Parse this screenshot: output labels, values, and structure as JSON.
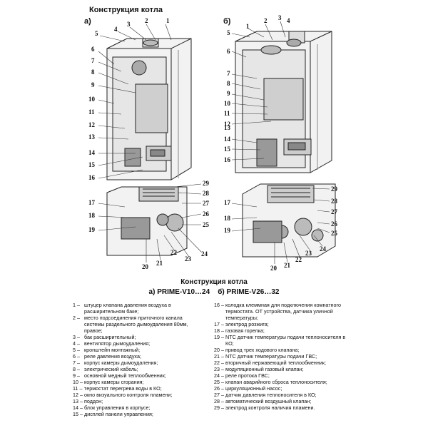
{
  "title": "Конструкция котла",
  "panel_a_label": "а)",
  "panel_b_label": "б)",
  "caption": {
    "line1": "Конструкция котла",
    "line2": "а) PRIME-V10…24    б) PRIME-V26…32"
  },
  "panel_a_callouts": [
    "1",
    "2",
    "3",
    "4",
    "5",
    "6",
    "7",
    "8",
    "9",
    "10",
    "11",
    "12",
    "13",
    "14",
    "15",
    "16",
    "17",
    "18",
    "19",
    "20",
    "21",
    "22",
    "23",
    "24",
    "25",
    "26",
    "27",
    "28",
    "29"
  ],
  "panel_b_callouts": [
    "1",
    "2",
    "3",
    "4",
    "5",
    "6",
    "7",
    "8",
    "9",
    "10",
    "11",
    "12",
    "13",
    "14",
    "15",
    "16",
    "17",
    "18",
    "19",
    "20",
    "21",
    "22",
    "23",
    "24",
    "25",
    "26",
    "27",
    "28",
    "29"
  ],
  "legend_left": [
    {
      "n": "1 –",
      "t": "штуцер клапана давления воздуха в расширительном баке;"
    },
    {
      "n": "2 –",
      "t": "место подсоединения приточного канала системы раздельного дымоудаления 80мм, правое;"
    },
    {
      "n": "3 –",
      "t": "бак расширительный;"
    },
    {
      "n": "4 –",
      "t": "вентилятор дымоудаления;"
    },
    {
      "n": "5 –",
      "t": "кронштейн монтажный;"
    },
    {
      "n": "6 –",
      "t": "реле давления воздуха;"
    },
    {
      "n": "7 –",
      "t": "корпус камеры дымоудаления;"
    },
    {
      "n": "8 –",
      "t": "электрический кабель;"
    },
    {
      "n": "9 –",
      "t": "основной медный теплообменник;"
    },
    {
      "n": "10 –",
      "t": "корпус камеры сгорания;"
    },
    {
      "n": "11 –",
      "t": "термостат перегрева воды в КО;"
    },
    {
      "n": "12 –",
      "t": "окно визуального контроля пламени;"
    },
    {
      "n": "13 –",
      "t": "поддон;"
    },
    {
      "n": "14 –",
      "t": "блок управления в корпусе;"
    },
    {
      "n": "15 –",
      "t": "дисплей панели управления;"
    }
  ],
  "legend_right": [
    {
      "n": "16 –",
      "t": "колодка клеммная для подключения комнатного термостата. ОТ устройства, датчика уличной температуры;"
    },
    {
      "n": "17 –",
      "t": "электрод розжига;"
    },
    {
      "n": "18 –",
      "t": "газовая горелка;"
    },
    {
      "n": "19 –",
      "t": "NTC датчик температуры подачи теплоносителя в КО;"
    },
    {
      "n": "20 –",
      "t": "привод трех ходового клапана;"
    },
    {
      "n": "21 –",
      "t": "NTC датчик температуры подачи ГВС;"
    },
    {
      "n": "22 –",
      "t": "вторичный нержавеющий теплообменник;"
    },
    {
      "n": "23 –",
      "t": "модуляционный газовый клапан;"
    },
    {
      "n": "24 –",
      "t": "реле протока ГВС;"
    },
    {
      "n": "25 –",
      "t": "клапан аварийного сброса теплоносителя;"
    },
    {
      "n": "26 –",
      "t": "циркуляционный насос;"
    },
    {
      "n": "27 –",
      "t": "датчик давления теплоносителя в КО;"
    },
    {
      "n": "28 –",
      "t": "автоматический воздушный клапан;"
    },
    {
      "n": "29 –",
      "t": "электрод контроля наличия пламени."
    }
  ]
}
